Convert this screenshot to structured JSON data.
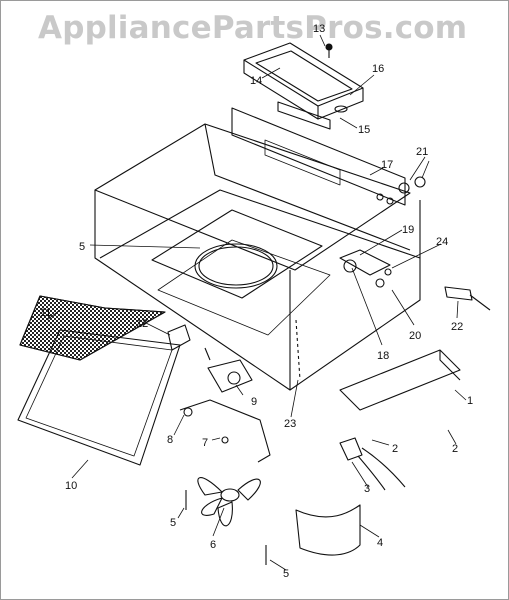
{
  "watermark": "AppliancePartsPros.com",
  "colors": {
    "ink": "#111111",
    "watermark": "#c9c9c9",
    "background": "#ffffff"
  },
  "callouts": [
    "1",
    "2",
    "2",
    "3",
    "4",
    "5",
    "5",
    "5",
    "6",
    "7",
    "8",
    "9",
    "10",
    "11",
    "12",
    "13",
    "14",
    "15",
    "16",
    "17",
    "18",
    "19",
    "20",
    "21",
    "22",
    "23",
    "24"
  ]
}
